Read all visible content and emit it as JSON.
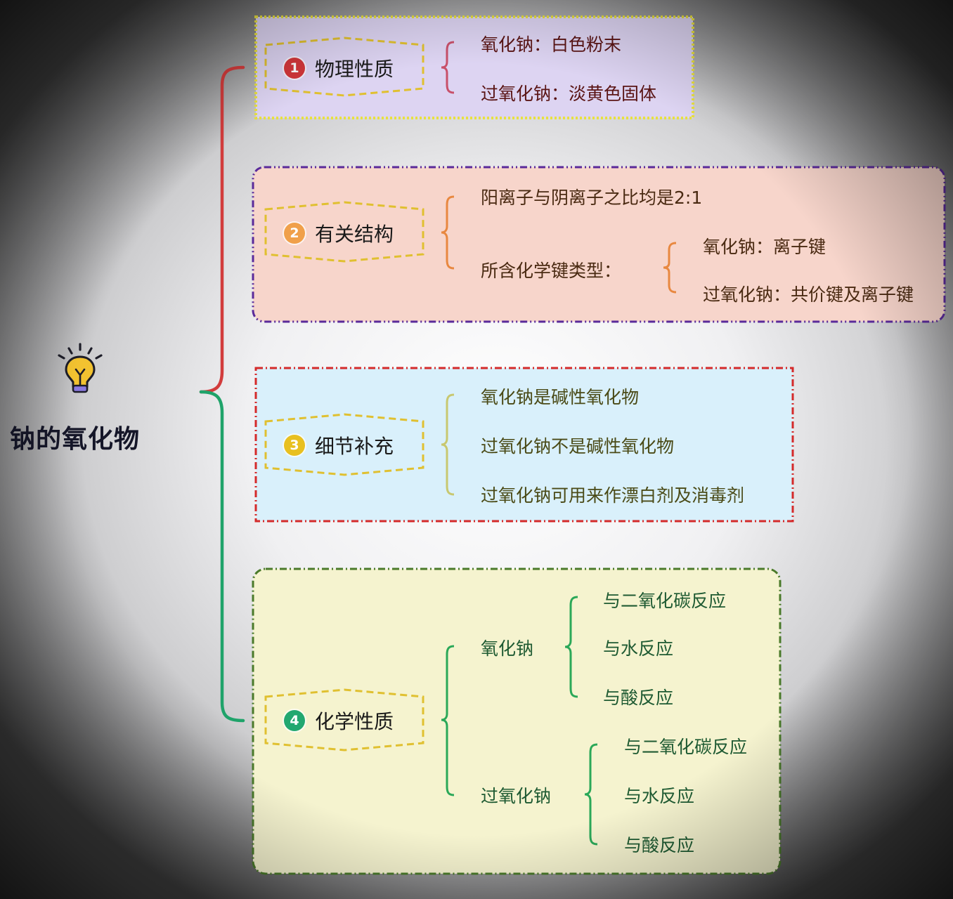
{
  "root": {
    "title": "钠的氧化物",
    "icon": "lightbulb-icon"
  },
  "colors": {
    "branch_top": "#d23c3c",
    "branch_bottom": "#1fa36a",
    "badge_1": "#d3373a",
    "badge_2": "#f0a04a",
    "badge_3": "#e8c020",
    "badge_4": "#22a870",
    "panel_1_bg": "#ddd4f2",
    "panel_2_bg": "#f7d5cb",
    "panel_3_bg": "#d9f0fb",
    "panel_4_bg": "#f5f3cf"
  },
  "sections": [
    {
      "number": "1",
      "title": "物理性质",
      "items": [
        "氧化钠：白色粉末",
        "过氧化钠：淡黄色固体"
      ]
    },
    {
      "number": "2",
      "title": "有关结构",
      "items": [
        "阳离子与阴离子之比均是2:1",
        "所含化学键类型："
      ],
      "sub_items": [
        "氧化钠：离子键",
        "过氧化钠：共价键及离子键"
      ]
    },
    {
      "number": "3",
      "title": "细节补充",
      "items": [
        "氧化钠是碱性氧化物",
        "过氧化钠不是碱性氧化物",
        "过氧化钠可用来作漂白剂及消毒剂"
      ]
    },
    {
      "number": "4",
      "title": "化学性质",
      "groups": [
        {
          "label": "氧化钠",
          "items": [
            "与二氧化碳反应",
            "与水反应",
            "与酸反应"
          ]
        },
        {
          "label": "过氧化钠",
          "items": [
            "与二氧化碳反应",
            "与水反应",
            "与酸反应"
          ]
        }
      ]
    }
  ]
}
